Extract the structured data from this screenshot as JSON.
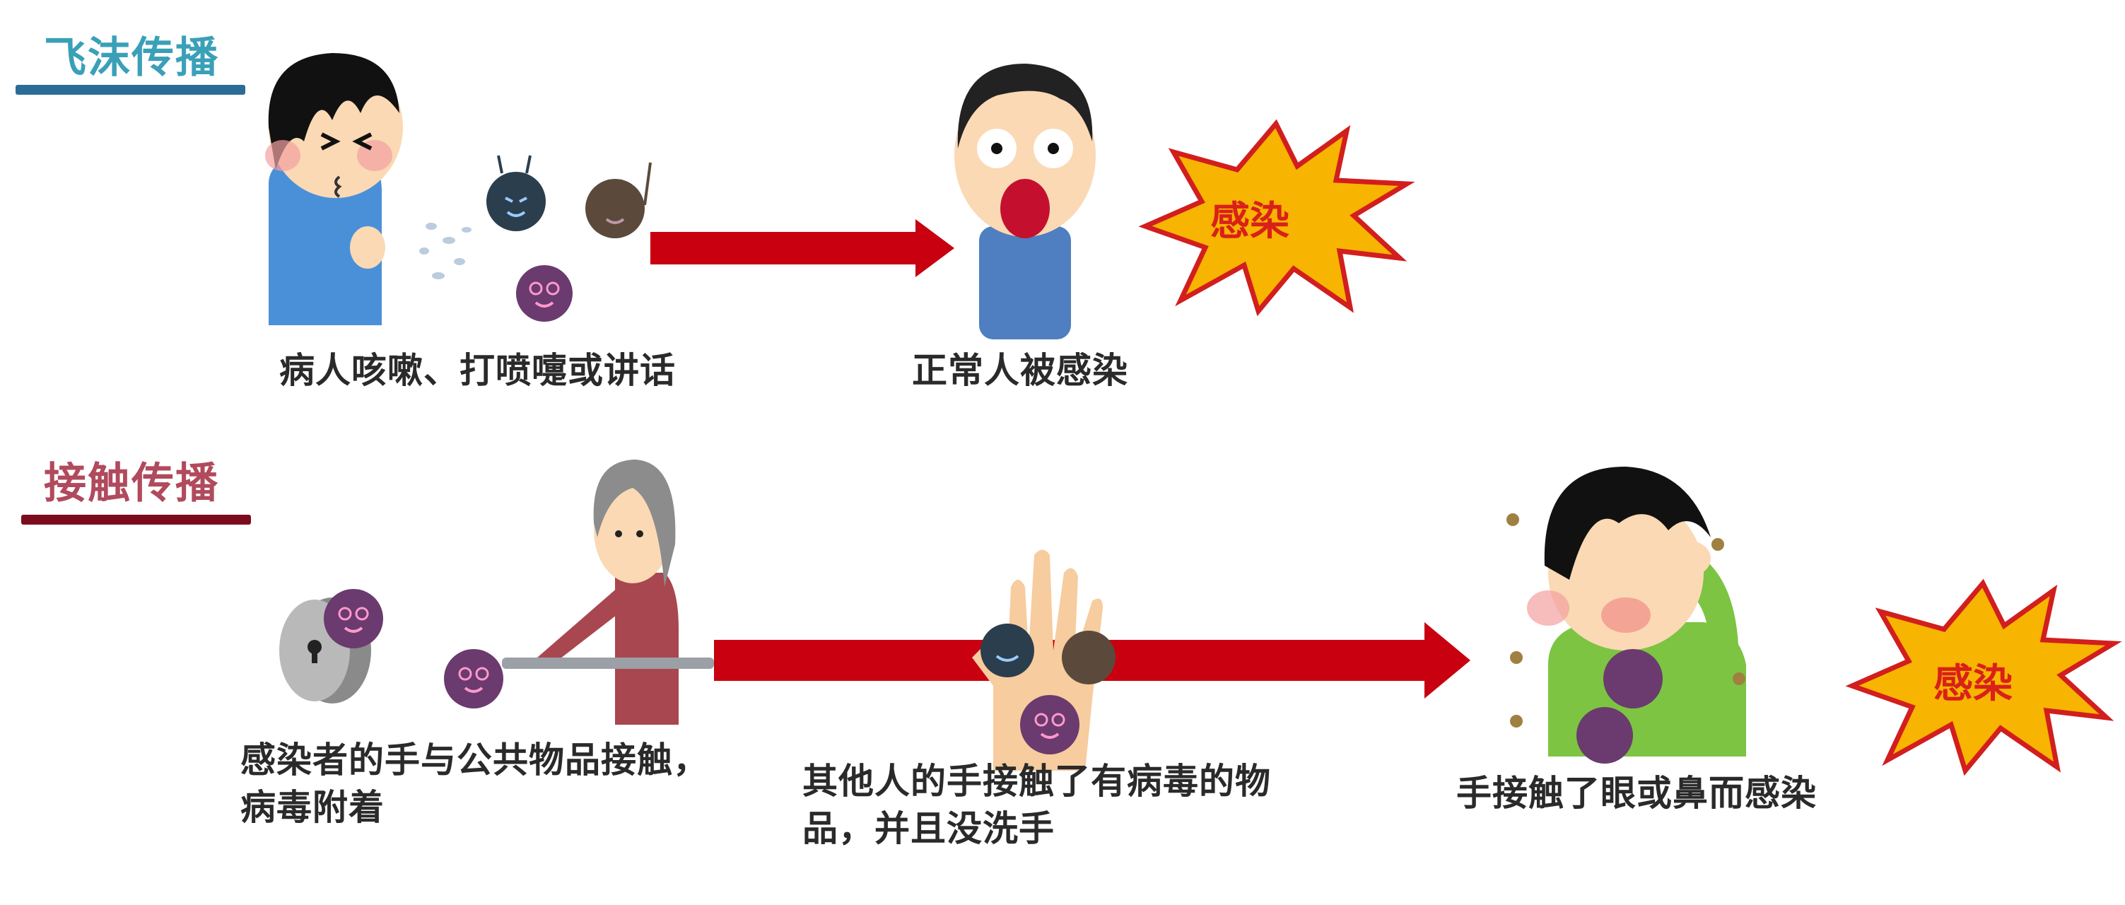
{
  "sections": [
    {
      "title": "飞沫传播",
      "title_color": "#3aa0b8",
      "underline_color": "#2b6c97",
      "steps": [
        {
          "caption": "病人咳嗽、打喷嚏或讲话",
          "figure": "coughing-boy"
        },
        {
          "caption": "正常人被感染",
          "figure": "surprised-man"
        }
      ],
      "result_badge": "感染"
    },
    {
      "title": "接触传播",
      "title_color": "#b04a5c",
      "underline_color": "#7a0c1e",
      "steps": [
        {
          "caption_lines": [
            "感染者的手与公共物品接触，",
            "病毒附着"
          ],
          "figure": "elderly-woman-doorknob"
        },
        {
          "caption_lines": [
            "其他人的手接触了有病毒的物",
            "品，并且没洗手"
          ],
          "figure": "contaminated-hand"
        },
        {
          "caption": "手接触了眼或鼻而感染",
          "figure": "boy-touching-face"
        }
      ],
      "result_badge": "感染"
    }
  ],
  "colors": {
    "arrow": "#c8000f",
    "burst_fill": "#f7b400",
    "burst_stroke": "#d21e1e",
    "burst_text": "#d9201a",
    "virus_purple": "#6b3a6e",
    "virus_navy": "#2b3e4d",
    "virus_brown": "#5b4a3b"
  }
}
